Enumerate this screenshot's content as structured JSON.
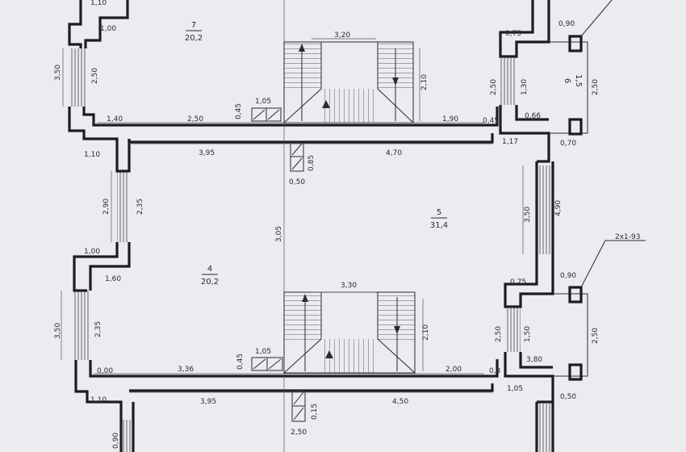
{
  "rooms": [
    {
      "number": "7",
      "area": "20,2"
    },
    {
      "number": "5",
      "area": "31,4"
    },
    {
      "number": "4",
      "area": "20,2"
    },
    {
      "number": "6",
      "area": "1,5"
    }
  ],
  "dims": {
    "top_w1": "1,10",
    "top_w2": "1,00",
    "left_upper_outer": "3,50",
    "left_upper_inner": "2,50",
    "stair_upper_width": "3,20",
    "stair_upper_height": "2,10",
    "corr_upper_left": "1,40",
    "corr_upper_mid": "2,50",
    "corr_upper_right": "1,90",
    "corr_upper_end": "0,45",
    "vent_upper": "1,05",
    "vent_upper_v": "0,45",
    "wall_upper_left": "1,10",
    "room5_left": "3,95",
    "room5_right": "4,70",
    "shaft_upper_v": "0,85",
    "shaft_upper_h": "0,50",
    "room5_win_outer": "2,90",
    "room5_win_inner": "2,35",
    "center_axis": "3,05",
    "room5_right_win": "3,50",
    "room5_right_win2": "4,90",
    "lower_w1": "1,00",
    "lower_w2": "1,60",
    "left_lower_outer": "3,50",
    "left_lower_inner": "2,35",
    "stair_lower_width": "3,30",
    "stair_lower_height": "2,10",
    "corr_lower_left": "0,00",
    "corr_lower_mid": "3,36",
    "corr_lower_right": "2,00",
    "vent_lower": "1,05",
    "vent_lower_v": "0,45",
    "wall_lower_left": "1,10",
    "room_bottom_left": "3,95",
    "room_bottom_right": "4,50",
    "shaft_lower_v": "0,15",
    "shaft_lower_h": "2,50",
    "bottom_left_v": "0,90",
    "balc_upper_top": "0,75",
    "balc_upper_right": "0,90",
    "balc_upper_win": "2,50",
    "balc_upper_inner": "1,30",
    "balc_upper_side": "2,50",
    "balc_upper_bottom": "0,66",
    "balc_upper_corner": "1,17",
    "balc_upper_low": "0,70",
    "balc_lower_top": "0,75",
    "balc_lower_right": "0,90",
    "balc_lower_label": "2x1-93",
    "balc_lower_win": "2,50",
    "balc_lower_inner": "1,50",
    "balc_lower_side": "2,50",
    "balc_lower_bottom": "3,80",
    "balc_lower_corner": "1,05",
    "balc_lower_low": "0,50",
    "balc_lower_mid": "0,3"
  }
}
